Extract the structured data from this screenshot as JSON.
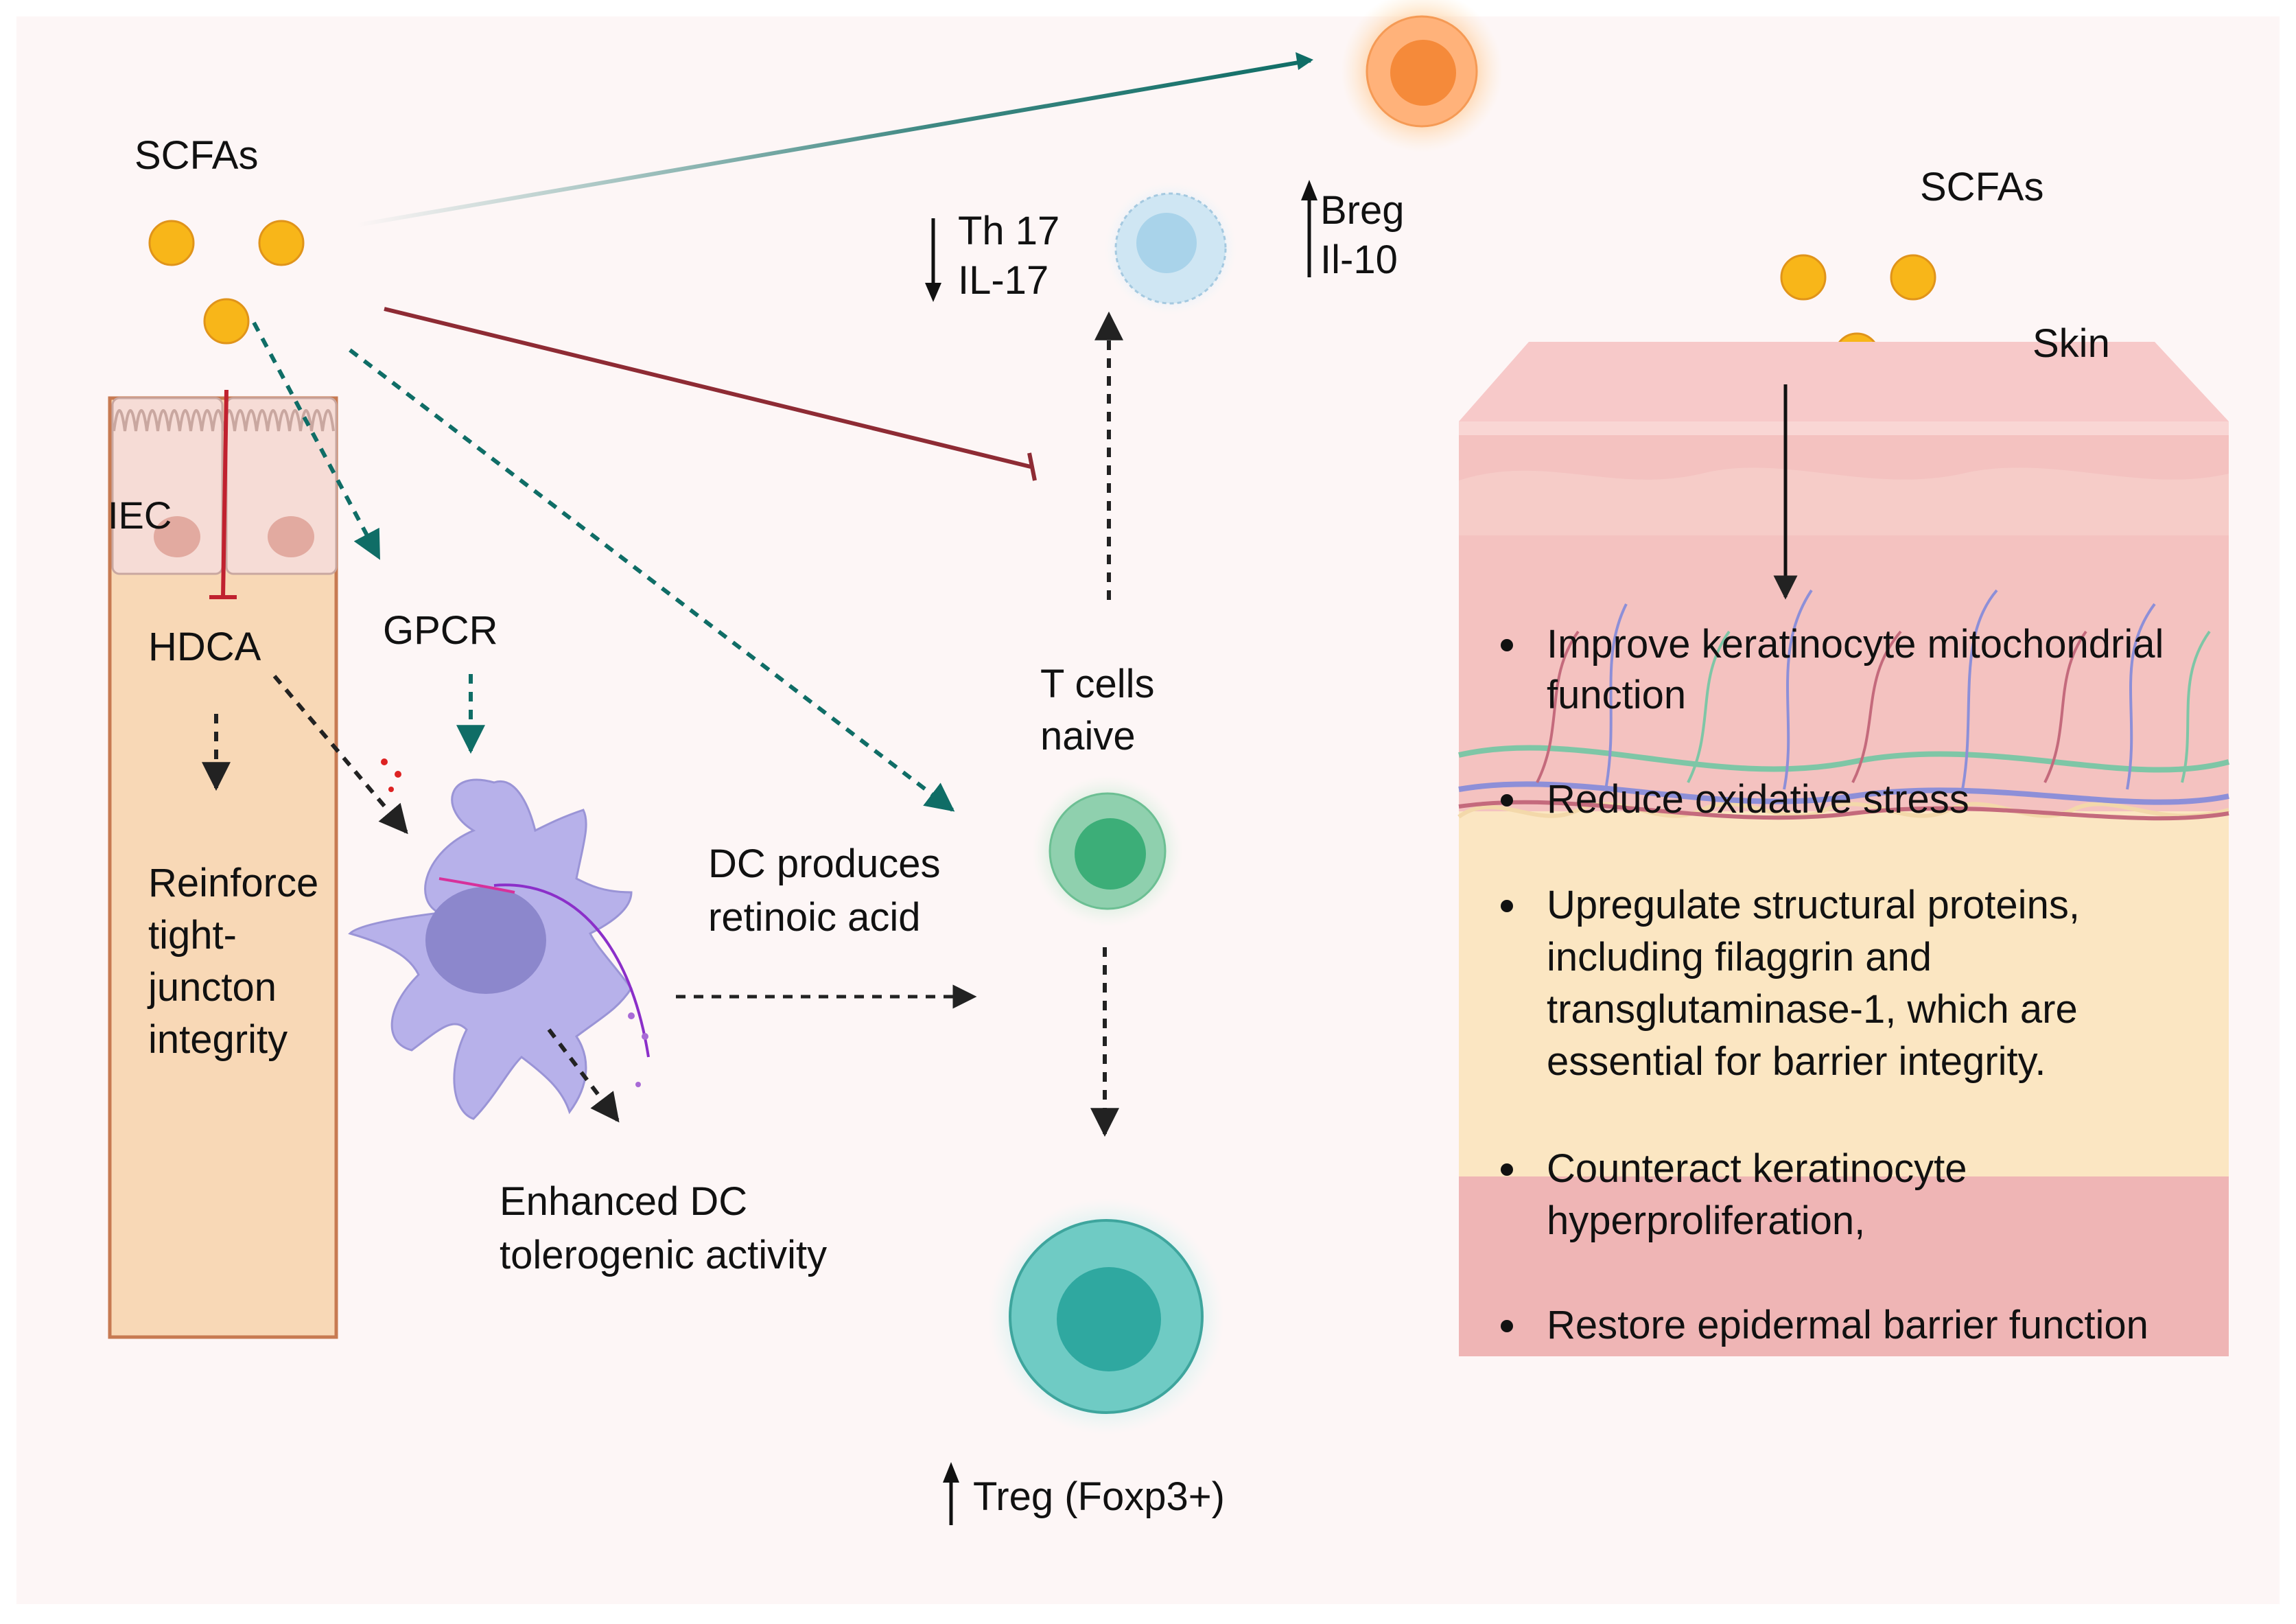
{
  "left_scfas_label": "SCFAs",
  "right_scfas_label": "SCFAs",
  "skin_label": "Skin",
  "iec_label": "IEC",
  "hdca_label": "HDCA",
  "gpcr_label": "GPCR",
  "reinforce_label": [
    "Reinforce",
    "tight-",
    "juncton",
    "integrity"
  ],
  "dc_activity_label": [
    "Enhanced DC",
    "tolerogenic activity"
  ],
  "retinoic_label": [
    "DC produces",
    "retinoic acid"
  ],
  "tcells_label": [
    "T cells",
    "naive"
  ],
  "th17_label": [
    "Th 17",
    "IL-17"
  ],
  "breg_label": [
    "Breg",
    "Il-10"
  ],
  "treg_label": "Treg (Foxp3+)",
  "skin_effects": [
    [
      "Improve keratinocyte mitochondrial",
      "function"
    ],
    [
      "Reduce oxidative stress"
    ],
    [
      "Upregulate structural proteins,",
      "including filaggrin and",
      "transglutaminase-1, which are",
      "essential for barrier integrity."
    ],
    [
      "Counteract keratinocyte",
      "hyperproliferation,"
    ],
    [
      "Restore epidermal barrier function"
    ]
  ],
  "colors": {
    "background": "#fdf6f6",
    "scfa_dot": "#f8b619",
    "teal_arrow": "#0f6d66",
    "inhibit": "#8e2b34",
    "column_fill": "#f8d8b6",
    "column_border": "#c77a52",
    "dendritic_cell": "#b7b1ea",
    "naive_t_cell": "#3cae78",
    "treg_cell": "#2fa8a0",
    "th17_cell": "#a9d3ea",
    "breg_cell": "#f58a3a",
    "skin_top": "#f5c6c4",
    "fat_layer": "#fbe6c2"
  }
}
